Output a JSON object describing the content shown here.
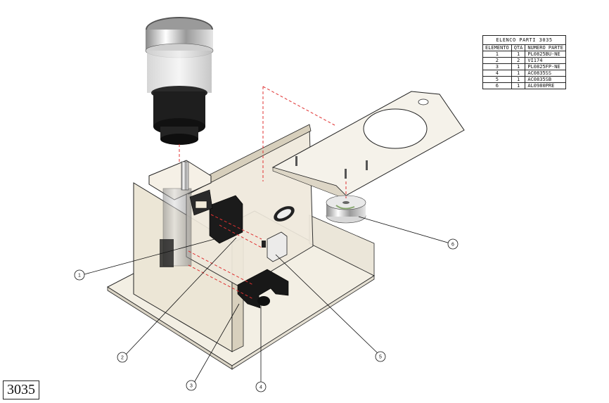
{
  "parts_list": {
    "title": "ELENCO PARTI 3035",
    "headers": [
      "ELEMENTO",
      "QTÀ",
      "NUMERO PARTE"
    ],
    "rows": [
      [
        "1",
        "1",
        "PL0825BU-NE"
      ],
      [
        "2",
        "2",
        "VI174"
      ],
      [
        "3",
        "1",
        "PL0825FP-NE"
      ],
      [
        "4",
        "1",
        "AC0835SS"
      ],
      [
        "5",
        "1",
        "AC0835SB"
      ],
      [
        "6",
        "1",
        "AL0980PRE"
      ]
    ]
  },
  "drawing_number": "3035",
  "balloons": [
    "1",
    "2",
    "3",
    "4",
    "5",
    "6"
  ],
  "colors": {
    "line": "#222222",
    "dashed": "#e03030",
    "panel": "#f1ede2",
    "dark_part": "#1b1b1b"
  }
}
